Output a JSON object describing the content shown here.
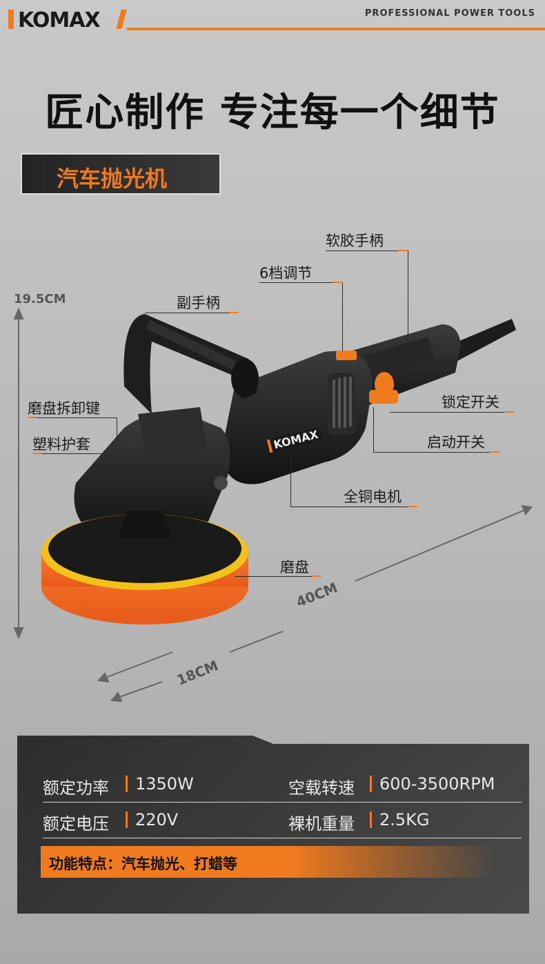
{
  "header": {
    "brand": "KOMAX",
    "tagline": "PROFESSIONAL POWER TOOLS"
  },
  "headline": "匠心制作  专注每一个细节",
  "product_badge": "汽车抛光机",
  "product_brand_mark": "KOMAX",
  "callouts": {
    "soft_handle": "软胶手柄",
    "six_speed": "6档调节",
    "aux_handle": "副手柄",
    "disc_release": "磨盘拆卸键",
    "plastic_cover": "塑料护套",
    "lock_switch": "锁定开关",
    "start_switch": "启动开关",
    "copper_motor": "全铜电机",
    "disc": "磨盘"
  },
  "dimensions": {
    "height": "19.5CM",
    "length": "40CM",
    "width": "18CM"
  },
  "specs": [
    {
      "label": "额定功率",
      "value": "1350W",
      "label2": "空载转速",
      "value2": "600-3500RPM"
    },
    {
      "label": "额定电压",
      "value": "220V",
      "label2": "裸机重量",
      "value2": "2.5KG"
    }
  ],
  "feature": "功能特点：汽车抛光、打蜡等",
  "colors": {
    "accent": "#f07a1e",
    "dark": "#1a1a1a",
    "pad_yellow": "#f2c21b",
    "pad_orange": "#f26a28"
  }
}
